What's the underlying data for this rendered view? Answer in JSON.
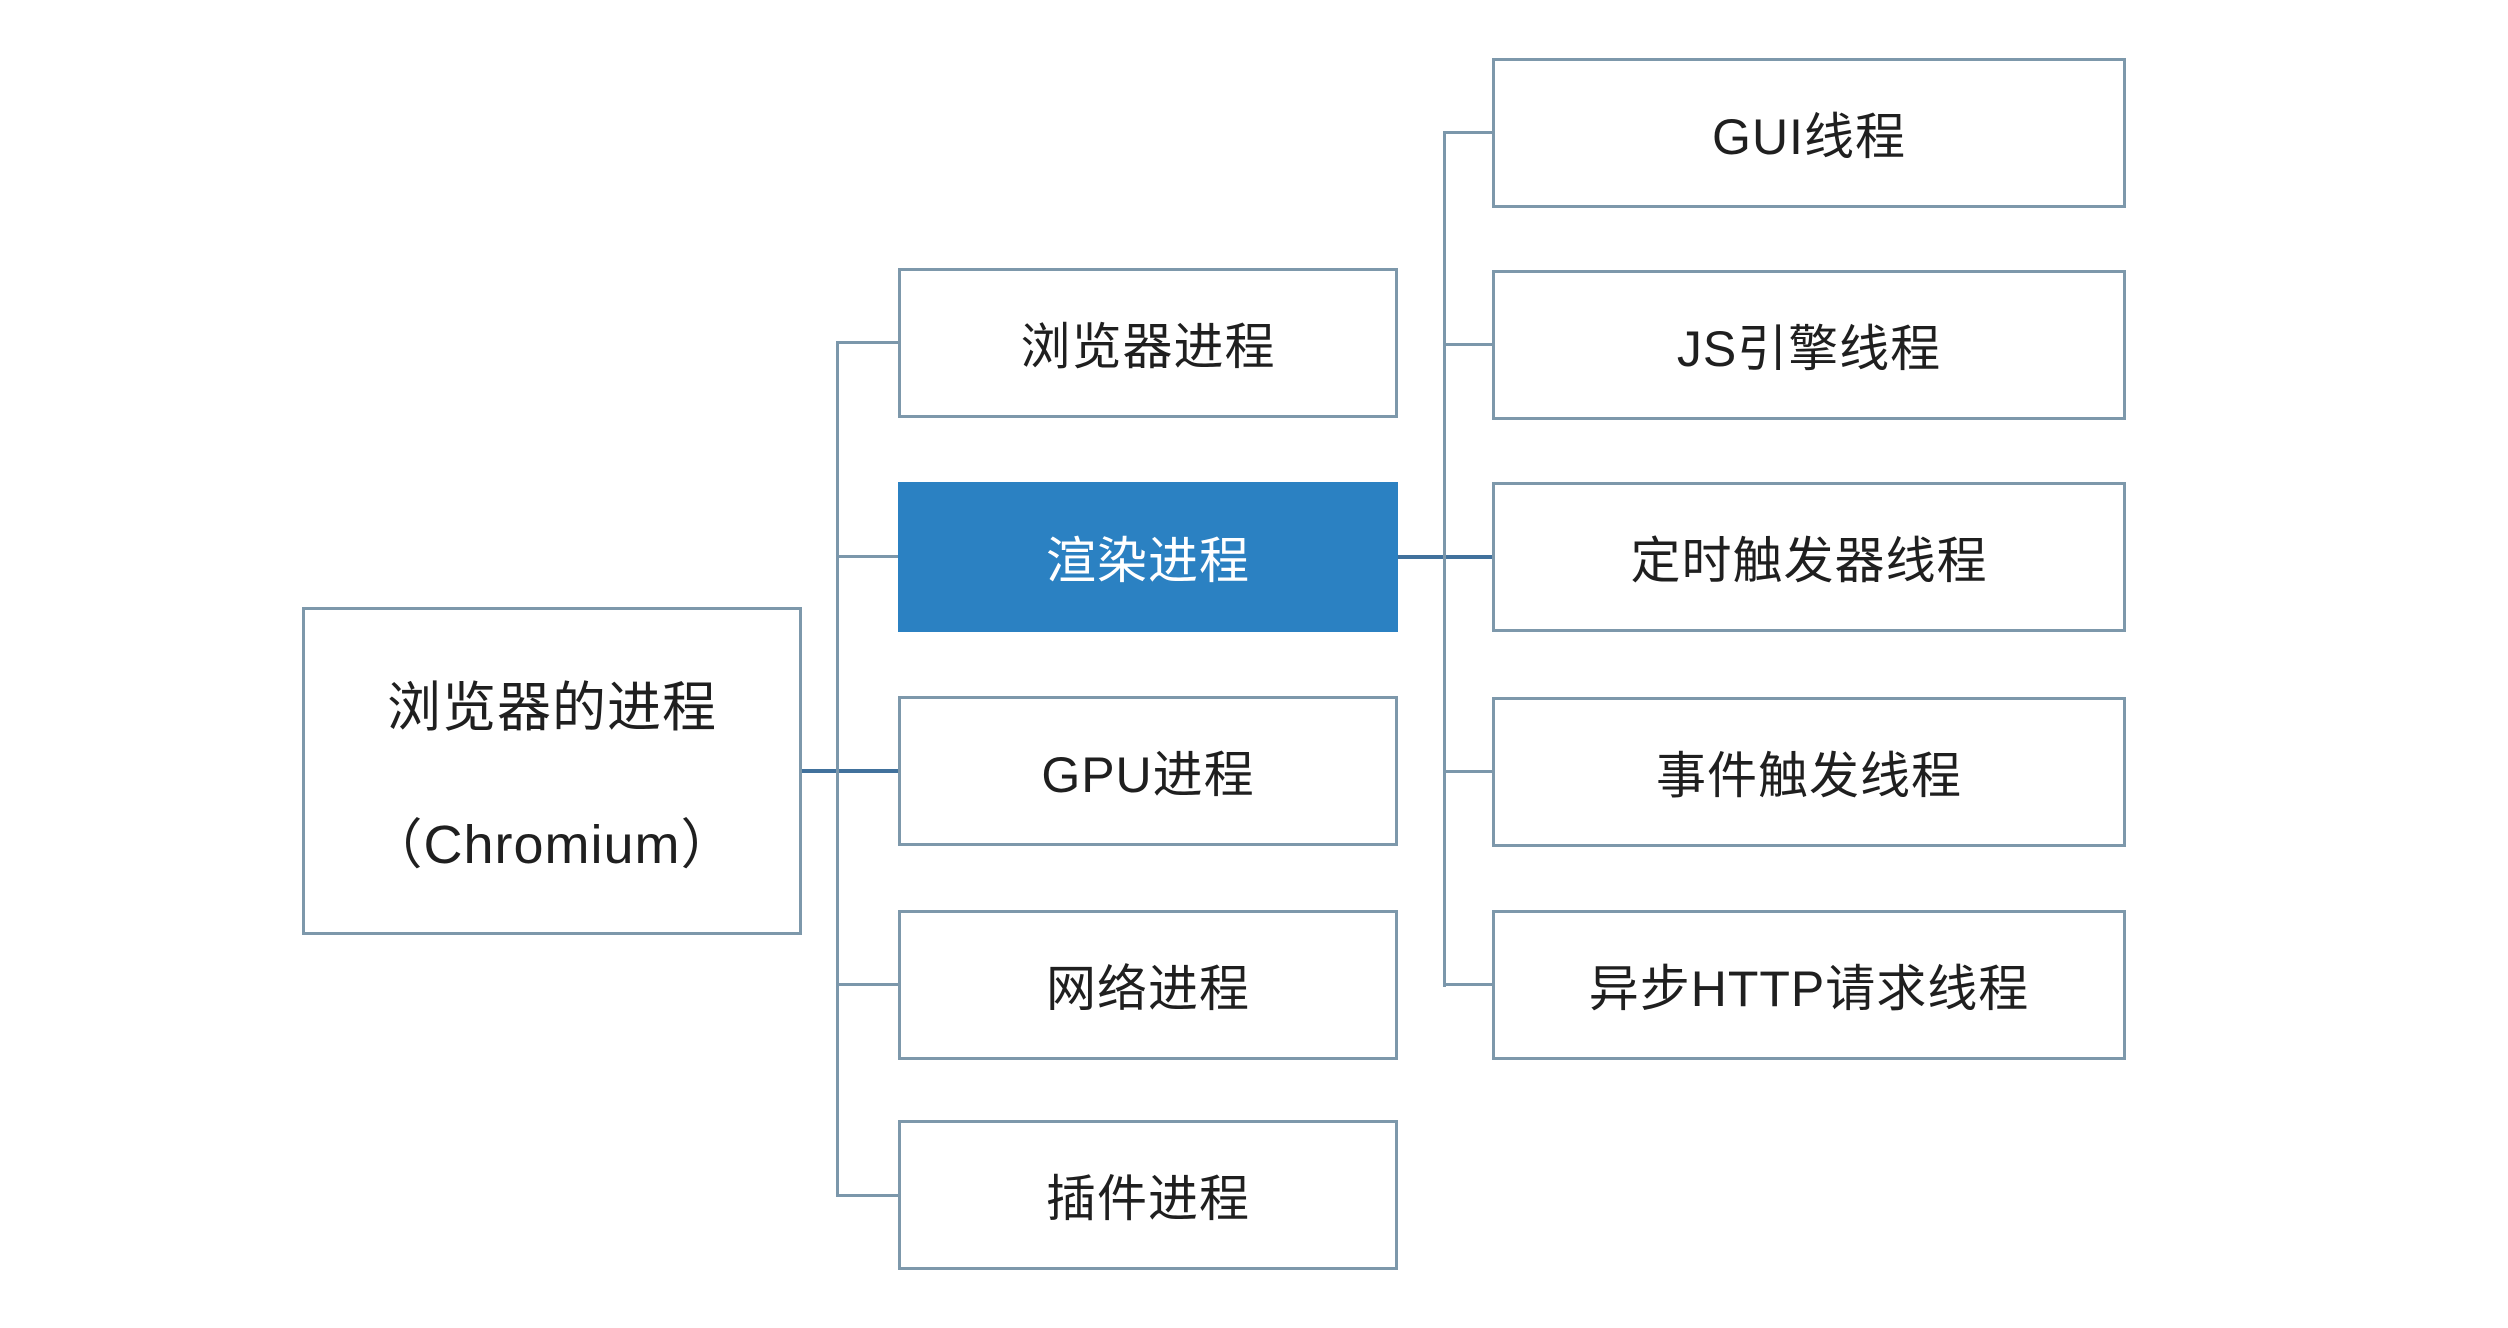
{
  "diagram": {
    "title_semantic": "Chromium browser processes and render-process threads tree",
    "root": {
      "line1": "浏览器的进程",
      "line2": "（Chromium）"
    },
    "processes": [
      {
        "label": "浏览器进程",
        "highlighted": false
      },
      {
        "label": "渲染进程",
        "highlighted": true
      },
      {
        "label": "GPU进程",
        "highlighted": false
      },
      {
        "label": "网络进程",
        "highlighted": false
      },
      {
        "label": "插件进程",
        "highlighted": false
      }
    ],
    "render_threads": [
      {
        "label": "GUI线程"
      },
      {
        "label": "JS引擎线程"
      },
      {
        "label": "定时触发器线程"
      },
      {
        "label": "事件触发线程"
      },
      {
        "label": "异步HTTP请求线程"
      }
    ],
    "colors": {
      "background": "#ffffff",
      "box_border": "#7d98ab",
      "connector": "#7b97ab",
      "connector_main": "#41719c",
      "highlight_fill": "#2b81c2",
      "highlight_text": "#ffffff",
      "text": "#1f1f1f"
    }
  }
}
